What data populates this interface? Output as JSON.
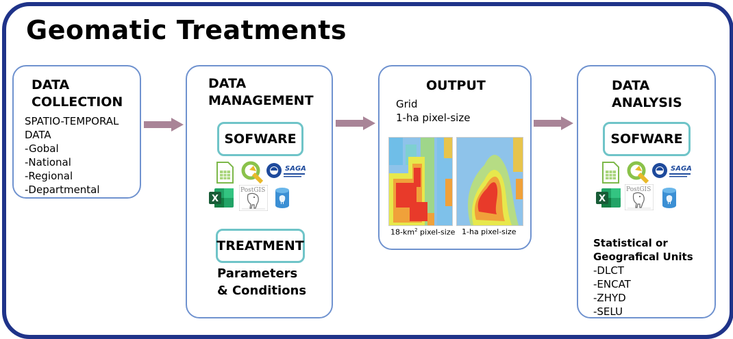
{
  "title": "Geomatic Treatments",
  "collection": {
    "header": [
      "DATA",
      "COLLECTION"
    ],
    "lines": [
      "SPATIO-TEMPORAL",
      "DATA",
      "-Gobal",
      "-National",
      "-Regional",
      "-Departmental"
    ]
  },
  "management": {
    "header": [
      "DATA",
      "MANAGEMENT"
    ],
    "software_label": "SOFWARE",
    "treatment_label": "TREATMENT",
    "params": [
      "Parameters",
      "& Conditions"
    ]
  },
  "output": {
    "header": "OUTPUT",
    "lines": [
      "Grid",
      "1-ha pixel-size"
    ],
    "caption_left": "18-km",
    "caption_left_sup": "2",
    "caption_left_rest": " pixel-size",
    "caption_right": "1-ha pixel-size"
  },
  "analysis": {
    "header": [
      "DATA",
      "ANALYSIS"
    ],
    "software_label": "SOFWARE",
    "units_title": [
      "Statistical or",
      "Geografical Units"
    ],
    "units": [
      "-DLCT",
      "-ENCAT",
      "-ZHYD",
      "-SELU"
    ]
  },
  "icons": [
    "spreadsheet-icon",
    "qgis-icon",
    "saga-icon",
    "excel-icon",
    "postgis-icon",
    "database-icon"
  ],
  "colors": {
    "frame": "#1f3389",
    "box_border": "#6f92cf",
    "software_border": "#6fc4c8",
    "arrow": "#a98497"
  },
  "logo_text": {
    "saga": "SAGA",
    "postgis": "PostGIS",
    "excel": "X"
  }
}
